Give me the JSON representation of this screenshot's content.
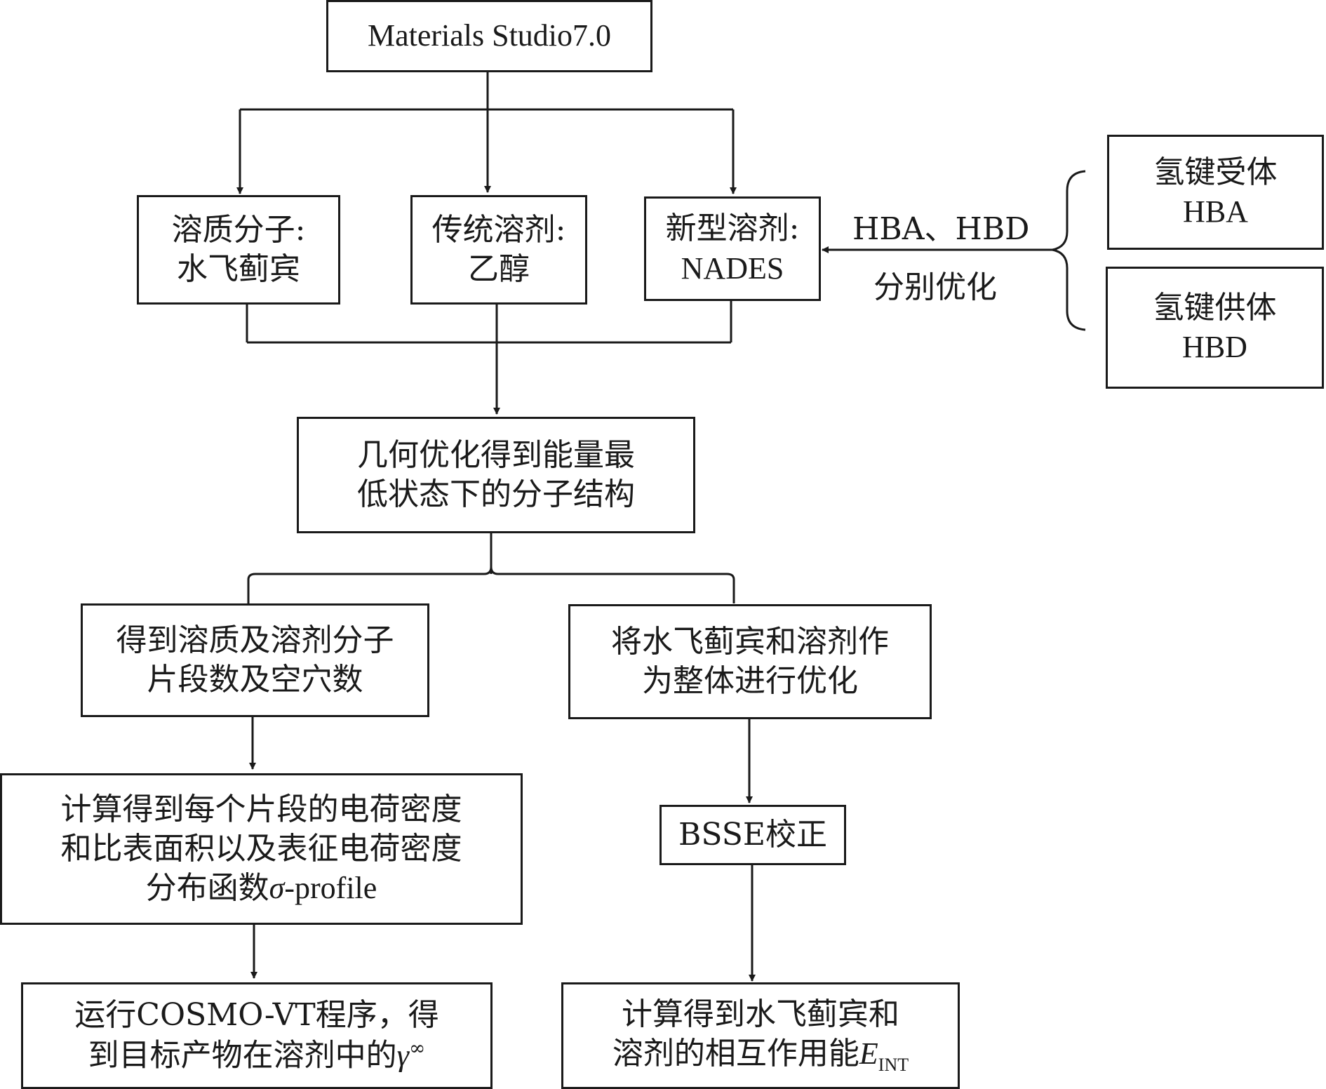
{
  "top": {
    "text": "Materials Studio7.0"
  },
  "solute": {
    "line1": "溶质分子:",
    "line2": "水飞蓟宾"
  },
  "traditional": {
    "line1": "传统溶剂:",
    "line2": "乙醇"
  },
  "novel": {
    "line1": "新型溶剂:",
    "line2": "NADES"
  },
  "side_label": {
    "line1": "HBA、HBD",
    "line2": "分别优化"
  },
  "hba": {
    "line1": "氢键受体",
    "line2": "HBA"
  },
  "hbd": {
    "line1": "氢键供体",
    "line2": "HBD"
  },
  "geometry": {
    "line1": "几何优化得到能量最",
    "line2": "低状态下的分子结构"
  },
  "left_branch": {
    "step1": {
      "line1": "得到溶质及溶剂分子",
      "line2": "片段数及空穴数"
    },
    "step2": {
      "line1": "计算得到每个片段的电荷密度",
      "line2": "和比表面积以及表征电荷密度",
      "line3_prefix": "分布函数",
      "line3_sigma": "σ",
      "line3_suffix": "-profile"
    },
    "step3": {
      "line1": "运行COSMO-VT程序，得",
      "line2_prefix": "到目标产物在溶剂中的",
      "line2_gamma": "γ",
      "line2_sup": "∞"
    }
  },
  "right_branch": {
    "step1": {
      "line1": "将水飞蓟宾和溶剂作",
      "line2": "为整体进行优化"
    },
    "step2": {
      "text": "BSSE校正"
    },
    "step3": {
      "line1": "计算得到水飞蓟宾和",
      "line2_prefix": "溶剂的相互作用能",
      "line2_E": "E",
      "line2_sub": "INT"
    }
  }
}
